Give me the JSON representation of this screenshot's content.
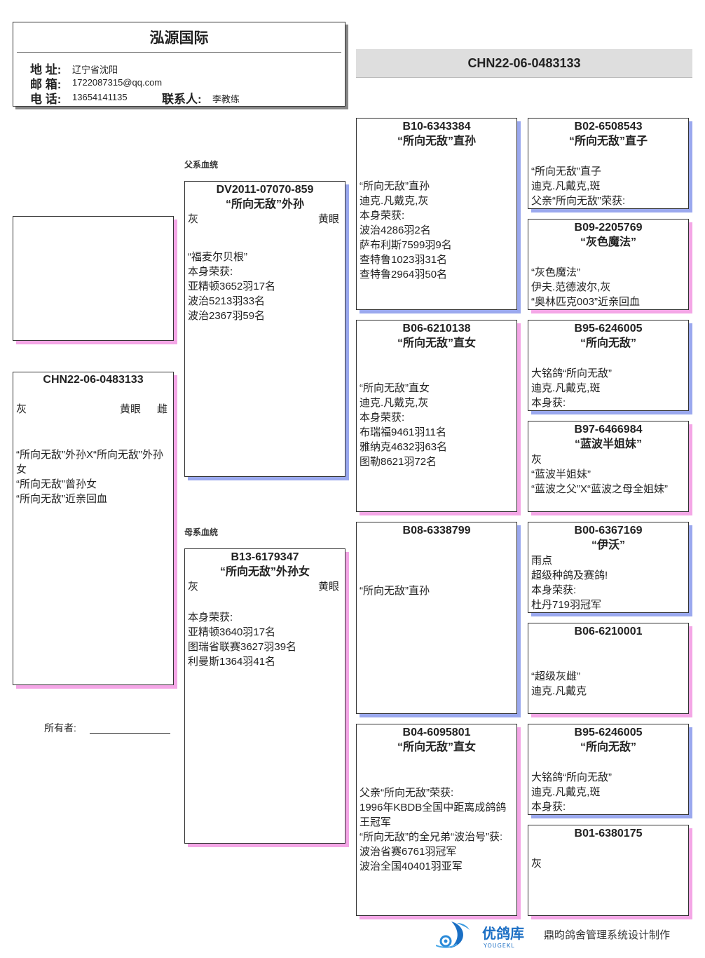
{
  "header": {
    "title": "泓源国际",
    "address_label": "地 址:",
    "address": "辽宁省沈阳",
    "email_label": "邮 箱:",
    "email": "1722087315@qq.com",
    "phone_label": "电 话:",
    "phone": "13654141135",
    "contact_label": "联系人:",
    "contact": "李教练"
  },
  "banner": {
    "ring": "CHN22-06-0483133"
  },
  "sections": {
    "sire": "父系血统",
    "dam": "母系血统"
  },
  "owner": {
    "label": "所有者:"
  },
  "footer": {
    "brand": "优鸽库",
    "brand_en": "YOUGEKL",
    "credit": "鼎昀鸽舍管理系统设计制作"
  },
  "colors": {
    "male_shadow": "#9aa8ee",
    "female_shadow": "#f4a6e6"
  },
  "subject": {
    "id": "CHN22-06-0483133",
    "color": "灰",
    "eye": "黄眼",
    "sex": "雌",
    "lines": [
      "“所向无敌”外孙X“所向无敌”外孙女",
      "“所向无敌”曾孙女",
      "“所向无敌”近亲回血"
    ]
  },
  "pedigree": [
    {
      "key": "sire",
      "id": "DV2011-07070-859",
      "name": "“所向无敌”外孙",
      "color": "灰",
      "eye": "黄眼",
      "lines": [
        "“福麦尔贝根”",
        "本身荣获:",
        "亚精顿3652羽17名",
        "波治5213羽33名",
        "波治2367羽59名"
      ]
    },
    {
      "key": "dam",
      "id": "B13-6179347",
      "name": "“所向无敌”外孙女",
      "color": "灰",
      "eye": "黄眼",
      "lines": [
        "本身荣获:",
        "亚精顿3640羽17名",
        "图瑞省联赛3627羽39名",
        "利曼斯1364羽41名"
      ]
    },
    {
      "key": "ss",
      "id": "B10-6343384",
      "name": "“所向无敌”直孙",
      "lines": [
        "“所向无敌”直孙",
        "迪克.凡戴克,灰",
        "本身荣获:",
        "波治4286羽2名",
        "萨布利斯7599羽9名",
        "查特鲁1023羽31名",
        "查特鲁2964羽50名"
      ]
    },
    {
      "key": "sd",
      "id": "B06-6210138",
      "name": "“所向无敌”直女",
      "lines": [
        "“所向无敌”直女",
        "迪克.凡戴克,灰",
        "本身荣获:",
        "布瑞福9461羽11名",
        "雅纳克4632羽63名",
        "图勒8621羽72名"
      ]
    },
    {
      "key": "ds",
      "id": "B08-6338799",
      "name": "",
      "lines": [
        "“所向无敌”直孙"
      ]
    },
    {
      "key": "dd",
      "id": "B04-6095801",
      "name": "“所向无敌”直女",
      "lines": [
        "父亲“所向无敌”荣获:",
        "1996年KBDB全国中距离成鸽鸽王冠军",
        "“所向无敌”的全兄弟“波治号”获:",
        "波治省赛6761羽冠军",
        "波治全国40401羽亚军"
      ]
    },
    {
      "key": "sss",
      "id": "B02-6508543",
      "name": "“所向无敌”直子",
      "lines": [
        "“所向无敌”直子",
        "迪克.凡戴克,斑",
        "父亲“所向无敌”荣获:"
      ]
    },
    {
      "key": "ssd",
      "id": "B09-2205769",
      "name": "“灰色魔法”",
      "lines": [
        "“灰色魔法”",
        "伊夫.范德波尔,灰",
        "“奥林匹克003”近亲回血"
      ]
    },
    {
      "key": "sds",
      "id": "B95-6246005",
      "name": "“所向无敌”",
      "lines": [
        "大铭鸽“所向无敌”",
        "迪克.凡戴克,斑",
        "本身获:"
      ]
    },
    {
      "key": "sdd",
      "id": "B97-6466984",
      "name": "“蓝波半姐妹”",
      "lines": [
        "灰",
        "“蓝波半姐妹”",
        "“蓝波之父”X“蓝波之母全姐妹”"
      ]
    },
    {
      "key": "dss",
      "id": "B00-6367169",
      "name": "“伊沃”",
      "lines": [
        "雨点",
        "超级种鸽及赛鸽!",
        "本身荣获:",
        "杜丹719羽冠军"
      ]
    },
    {
      "key": "dsd",
      "id": "B06-6210001",
      "name": "",
      "lines": [
        "“超级灰雌”",
        "迪克.凡戴克"
      ]
    },
    {
      "key": "dds",
      "id": "B95-6246005",
      "name": "“所向无敌”",
      "lines": [
        "大铭鸽“所向无敌”",
        "迪克.凡戴克,斑",
        "本身获:"
      ]
    },
    {
      "key": "ddd",
      "id": "B01-6380175",
      "name": "",
      "lines": [
        "灰"
      ]
    }
  ]
}
